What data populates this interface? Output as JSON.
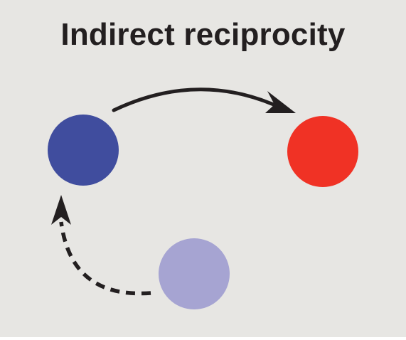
{
  "title": "Indirect reciprocity",
  "nodes": {
    "donor": {
      "color": "#404d9e"
    },
    "recipient": {
      "color": "#f03225"
    },
    "observer": {
      "color": "#a6a4d2"
    }
  },
  "edges": {
    "donor_to_recipient": {
      "style": "solid",
      "color": "#231f20"
    },
    "observer_to_donor": {
      "style": "dashed",
      "color": "#231f20"
    }
  },
  "background": "#e7e6e3"
}
